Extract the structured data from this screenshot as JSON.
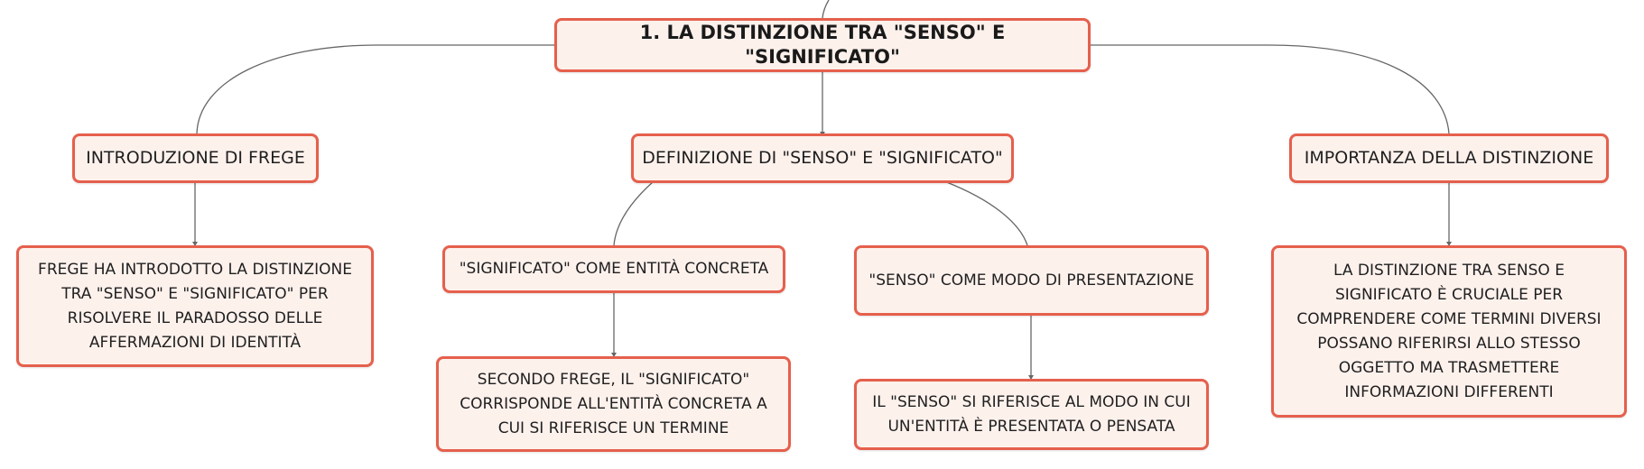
{
  "map": {
    "root": "1. LA DISTINZIONE TRA \"SENSO\" E \"SIGNIFICATO\"",
    "intro": "INTRODUZIONE DI FREGE",
    "definition": "DEFINIZIONE DI \"SENSO\" E \"SIGNIFICATO\"",
    "importance": "IMPORTANZA DELLA DISTINZIONE",
    "intro_detail": "FREGE HA INTRODOTTO LA DISTINZIONE TRA \"SENSO\" E \"SIGNIFICATO\" PER RISOLVERE IL PARADOSSO DELLE AFFERMAZIONI DI IDENTITÀ",
    "significato": "\"SIGNIFICATO\" COME ENTITÀ CONCRETA",
    "significato_detail": "SECONDO FREGE, IL \"SIGNIFICATO\" CORRISPONDE ALL'ENTITÀ CONCRETA A CUI SI RIFERISCE UN TERMINE",
    "senso": "\"SENSO\" COME MODO DI PRESENTAZIONE",
    "senso_detail": "IL \"SENSO\" SI RIFERISCE AL MODO IN CUI UN'ENTITÀ È PRESENTATA O PENSATA",
    "importance_detail": "LA DISTINZIONE TRA SENSO E SIGNIFICATO È CRUCIALE PER COMPRENDERE COME TERMINI DIVERSI POSSANO RIFERIRSI ALLO STESSO OGGETTO MA TRASMETTERE INFORMAZIONI DIFFERENTI"
  },
  "colors": {
    "node_border": "#e5604d",
    "node_fill": "#fdf1ec",
    "connector": "#666666"
  }
}
